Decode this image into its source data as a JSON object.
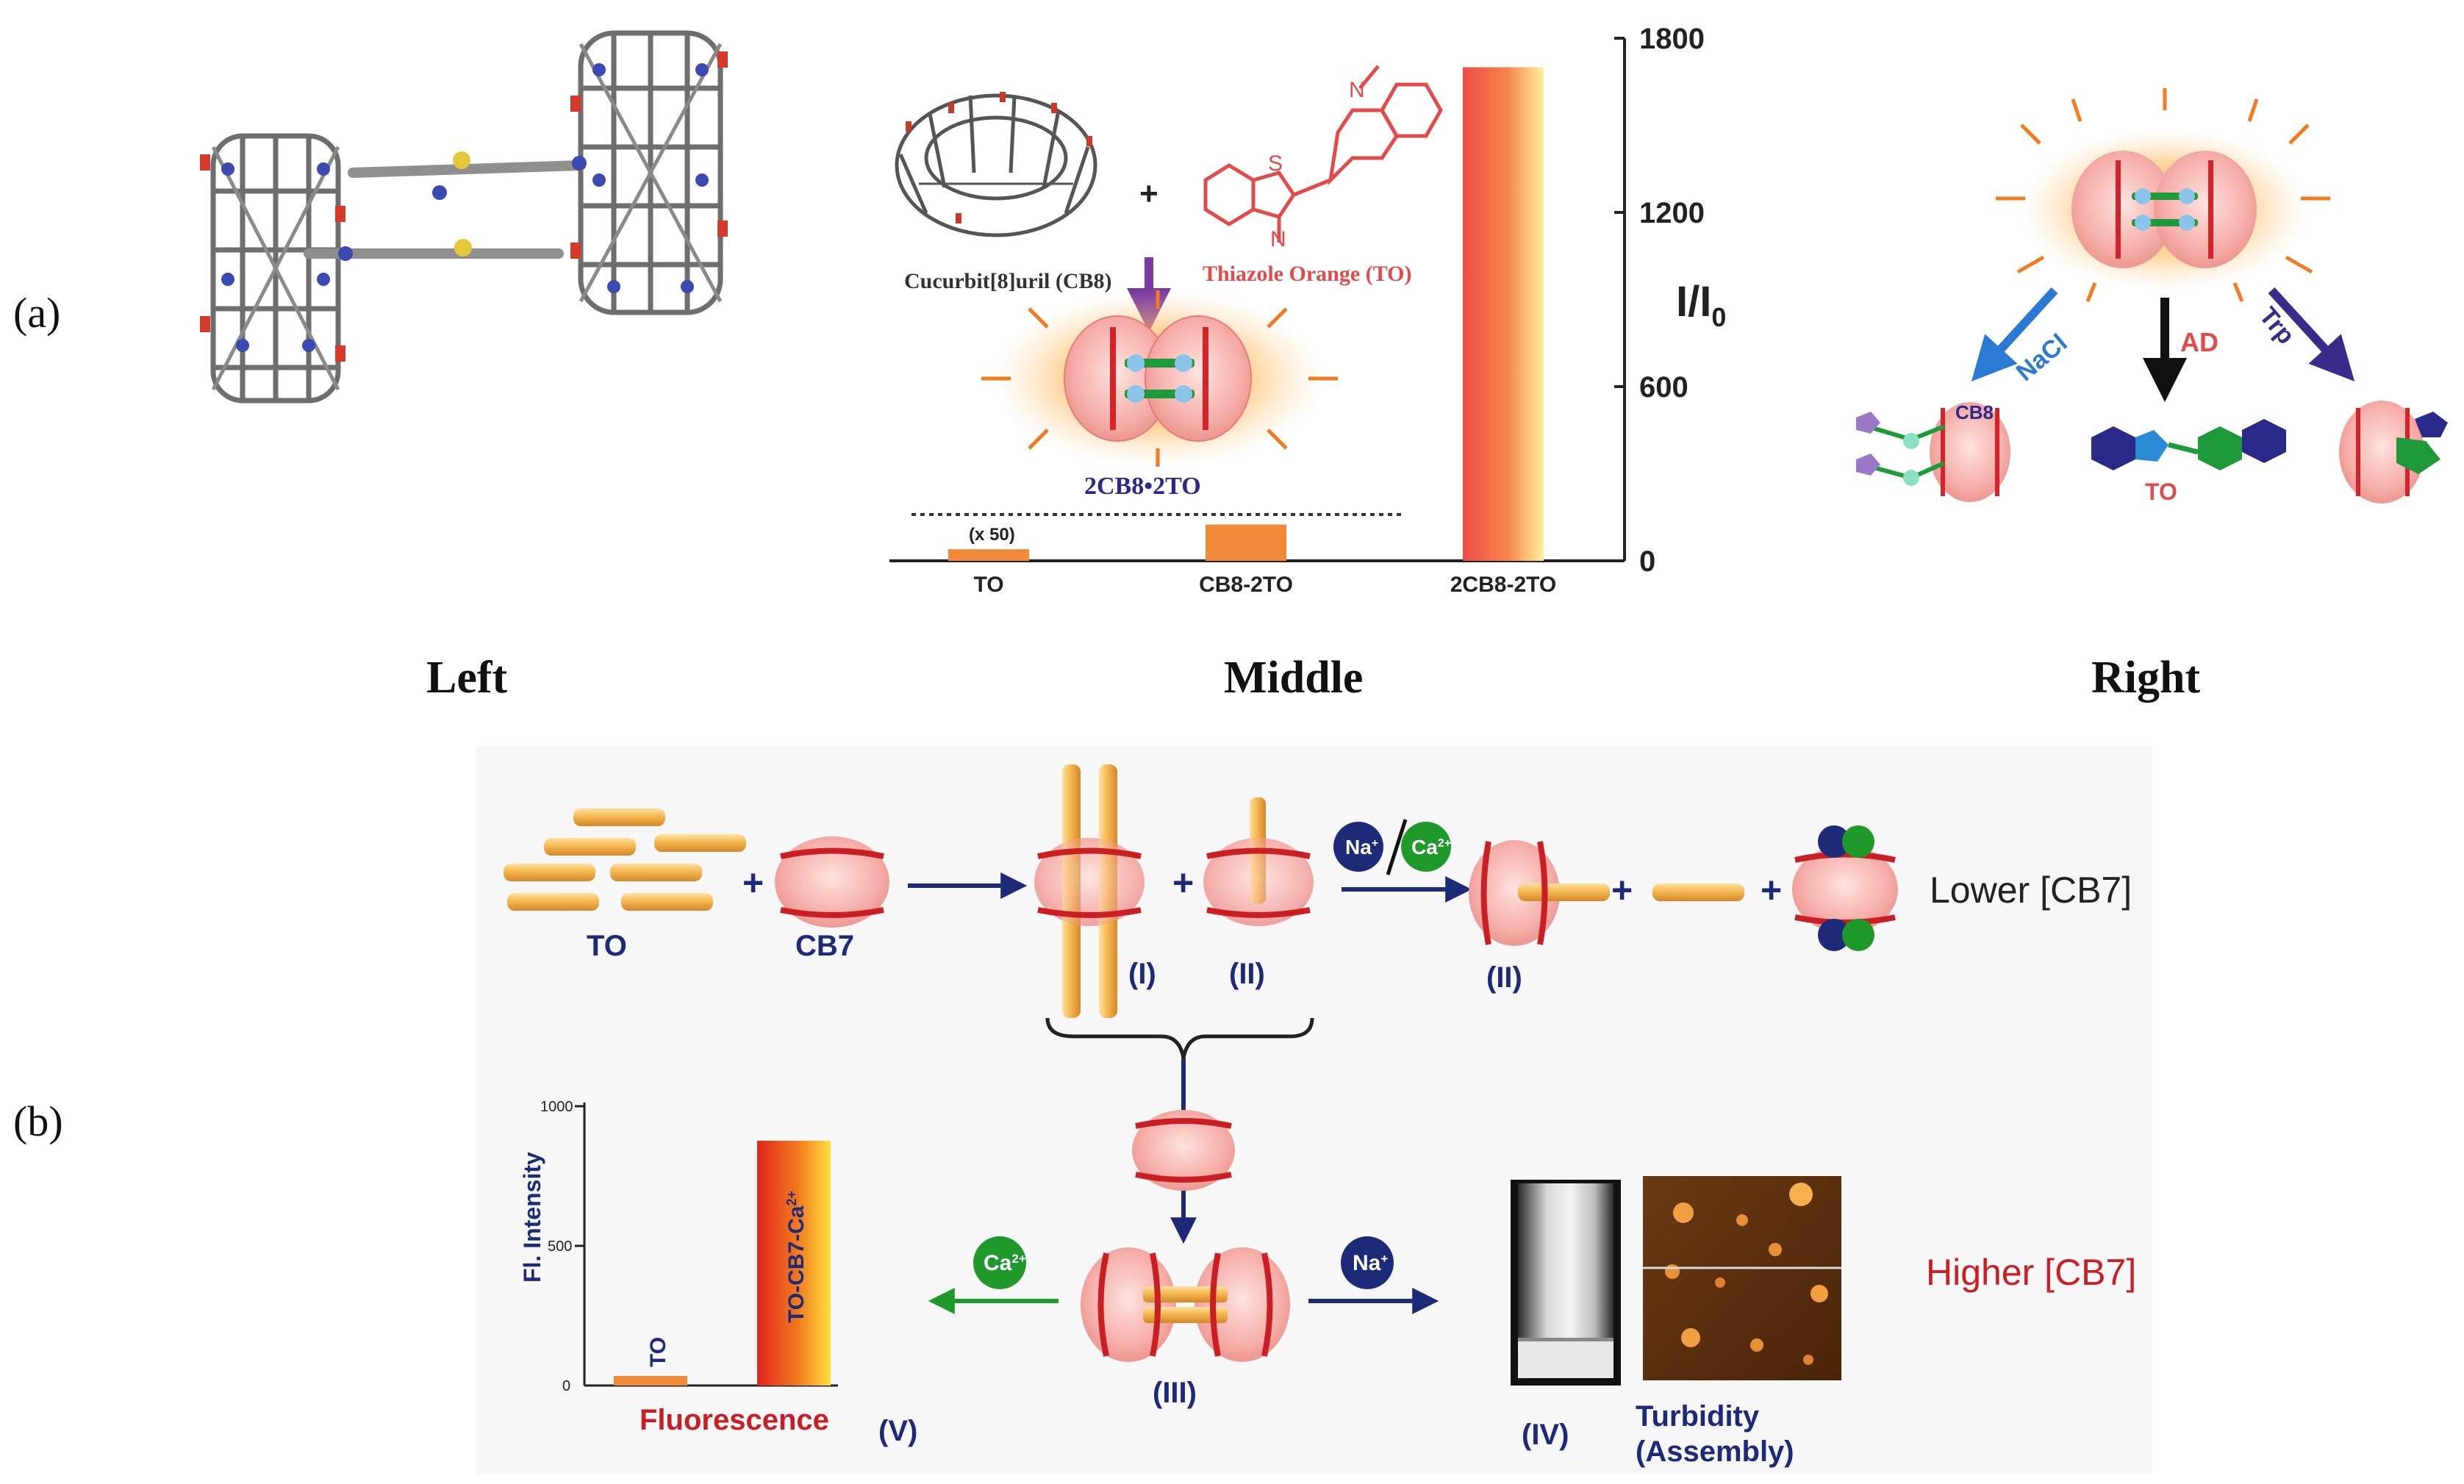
{
  "panel_labels": {
    "a": "(a)",
    "b": "(b)"
  },
  "section_labels": {
    "left": "Left",
    "middle": "Middle",
    "right": "Right"
  },
  "middle": {
    "plus": "+",
    "cb8_label": "Cucurbit[8]uril (CB8)",
    "to_label": "Thiazole Orange (TO)",
    "complex_label": "2CB8•2TO",
    "s_atom": "S",
    "n_atom": "N",
    "n_plus_atom": "N",
    "multiplier": "(x 50)"
  },
  "chart_data": {
    "type": "bar",
    "categories": [
      "TO",
      "CB8-2TO",
      "2CB8-2TO"
    ],
    "values": [
      40,
      125,
      1700
    ],
    "ylabel": "I/I",
    "ylabel_sub": "0",
    "ylim": [
      0,
      1800
    ],
    "yticks": [
      "0",
      "600",
      "1200",
      "1800"
    ],
    "grid": false,
    "colors": [
      "#f08a38",
      "#f08a38",
      "gradient-red-yellow"
    ]
  },
  "right": {
    "nacl": "NaCl",
    "ad": "AD",
    "trp": "Trp",
    "cb8": "CB8",
    "to": "TO"
  },
  "b": {
    "to": "TO",
    "cb7": "CB7",
    "plus": "+",
    "roman_1": "(I)",
    "roman_2": "(II)",
    "roman_2b": "(II)",
    "roman_3": "(III)",
    "roman_4": "(IV)",
    "roman_5": "(V)",
    "lower": "Lower [CB7]",
    "higher": "Higher [CB7]",
    "na": "Na",
    "ca": "Ca",
    "na_sup": "+",
    "ca_sup": "2+",
    "turbidity_1": "Turbidity",
    "turbidity_2": "(Assembly)",
    "fluorescence": "Fluorescence",
    "fl_axis": "Fl. Intensity",
    "fl_ticks": [
      "1000",
      "500",
      "0"
    ],
    "fl_bar_1": "TO",
    "fl_bar_2": "TO-CB7-Ca",
    "fl_bar_2_sup": "2+"
  }
}
